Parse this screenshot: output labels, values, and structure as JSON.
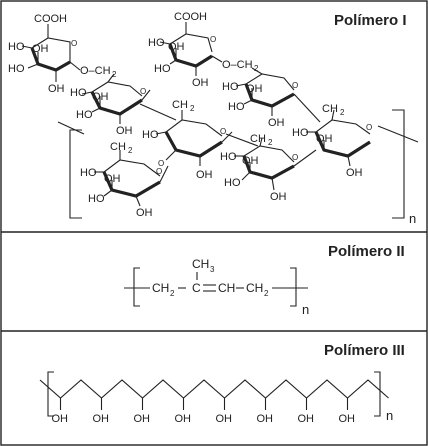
{
  "panels": [
    {
      "title": "Polímero I",
      "subscript": "n"
    },
    {
      "title": "Polímero II",
      "subscript": "n"
    },
    {
      "title": "Polímero III",
      "subscript": "n"
    }
  ],
  "polymer_I": {
    "cooh_1": "COOH",
    "cooh_2": "COOH",
    "o_ch2_1": "O–CH",
    "o_ch2_2": "O–CH",
    "ch2_1": "CH",
    "ch2_2": "CH",
    "ch2_3": "CH",
    "ch2_sub": "2",
    "ho": "HO",
    "oh": "OH",
    "o": "O"
  },
  "polymer_II": {
    "methyl": "CH",
    "methyl_sub": "3",
    "ch2_a": "CH",
    "ch2_b": "CH",
    "ch2_sub": "2",
    "c": "C",
    "ch": "CH"
  },
  "polymer_III": {
    "oh_label": "OH",
    "oh_count": 8
  }
}
